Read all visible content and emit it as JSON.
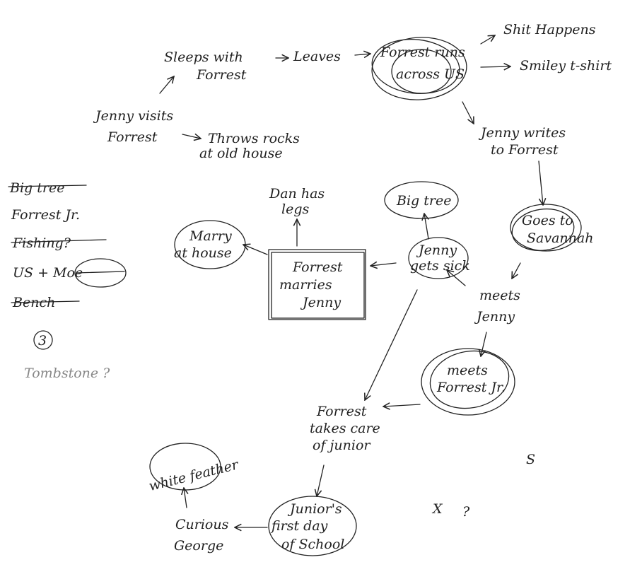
{
  "nodes": {
    "sleeps_with_forrest": [
      "Sleeps with",
      "Forrest"
    ],
    "leaves": "Leaves",
    "forrest_runs_across_us": [
      "Forrest runs",
      "across US"
    ],
    "shit_happens": "Shit Happens",
    "smiley_tshirt": "Smiley t-shirt",
    "jenny_visits_forrest": [
      "Jenny visits",
      "Forrest"
    ],
    "throws_rocks": [
      "Throws rocks",
      "at old house"
    ],
    "jenny_writes": [
      "Jenny writes",
      "to Forrest"
    ],
    "goes_to_savannah": [
      "Goes to",
      "Savannah"
    ],
    "dan_has_legs": [
      "Dan has",
      "legs"
    ],
    "big_tree": "Big tree",
    "marry_at_house": [
      "Marry",
      "at house"
    ],
    "forrest_marries_jenny": [
      "Forrest",
      "marries",
      "Jenny"
    ],
    "jenny_gets_sick": [
      "Jenny",
      "gets sick"
    ],
    "meets_jenny": [
      "meets",
      "Jenny"
    ],
    "meets_forrest_jr": [
      "meets",
      "Forrest Jr."
    ],
    "forrest_takes_care": [
      "Forrest",
      "takes care",
      "of junior"
    ],
    "white_feather": "white feather",
    "curious_george": [
      "Curious",
      "George"
    ],
    "juniors_first_day": [
      "Junior's",
      "first day",
      "of School"
    ]
  },
  "side_notes": {
    "list": [
      "Big tree",
      "Forrest Jr.",
      "Fishing?",
      "US + Moe",
      "Bench"
    ],
    "number": "3",
    "tombstone": "Tombstone ?"
  },
  "marks": {
    "s": "S",
    "x": "X",
    "q": "?"
  }
}
